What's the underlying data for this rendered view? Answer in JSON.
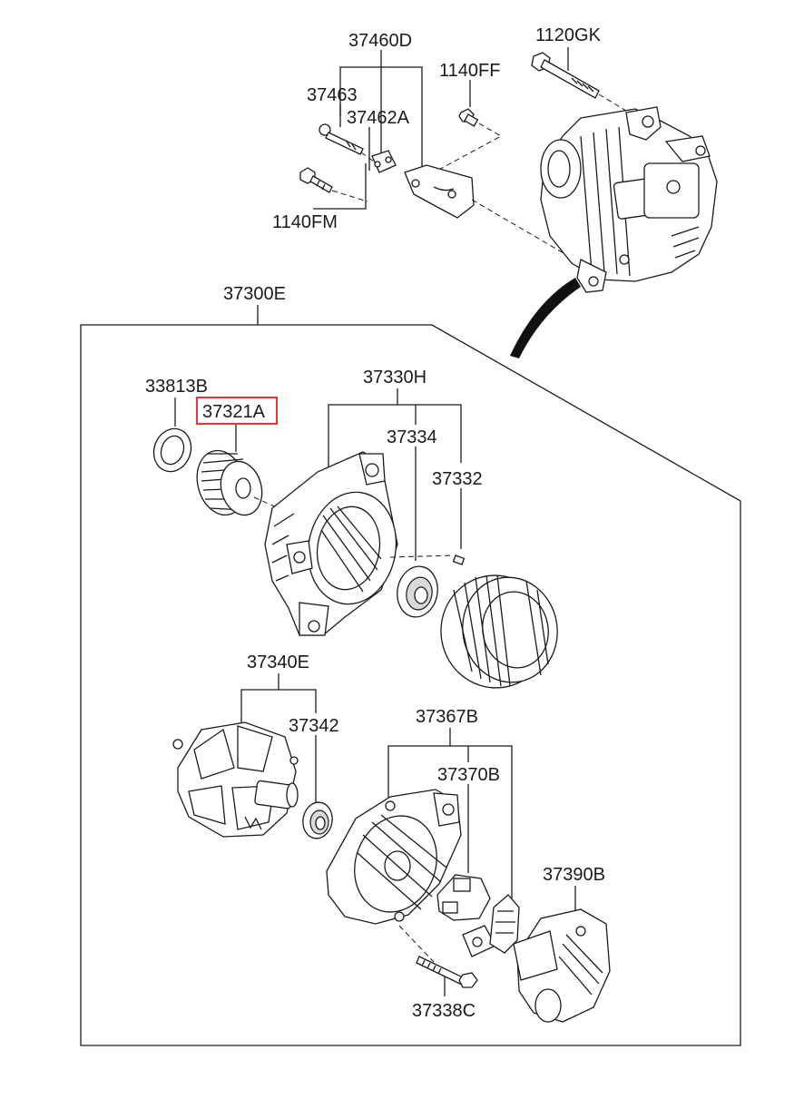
{
  "labels": {
    "p37460D": "37460D",
    "p1120GK": "1120GK",
    "p37463": "37463",
    "p1140FF": "1140FF",
    "p37462A": "37462A",
    "p1140FM": "1140FM",
    "p37300E": "37300E",
    "p33813B": "33813B",
    "p37330H": "37330H",
    "p37321A": "37321A",
    "p37334": "37334",
    "p37332": "37332",
    "p37340E": "37340E",
    "p37342": "37342",
    "p37367B": "37367B",
    "p37370B": "37370B",
    "p37390B": "37390B",
    "p37338C": "37338C"
  },
  "colors": {
    "line": "#1a1a1a",
    "highlight": "#e02020",
    "background": "#ffffff"
  },
  "highlighted_part": "37321A"
}
